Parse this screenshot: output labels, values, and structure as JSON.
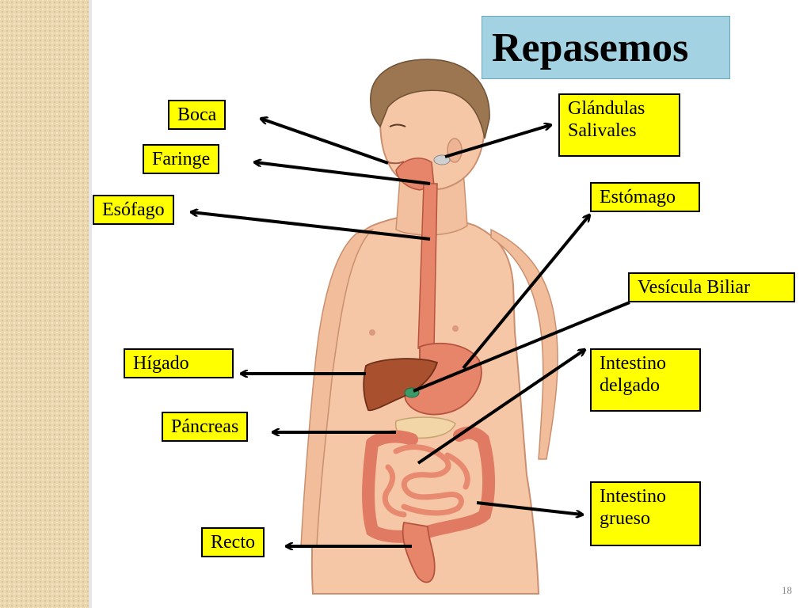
{
  "slide": {
    "title": "Repasemos",
    "page_number": "18"
  },
  "labels": {
    "boca": "Boca",
    "faringe": "Faringe",
    "esofago": "Esófago",
    "higado": "Hígado",
    "pancreas": "Páncreas",
    "recto": "Recto",
    "glandulas_line1": "Glándulas",
    "glandulas_line2": "Salivales",
    "estomago": "Estómago",
    "vesicula": "Vesícula Biliar",
    "intestino_delgado_line1": "Intestino",
    "intestino_delgado_line2": "delgado",
    "intestino_grueso_line1": "Intestino",
    "intestino_grueso_line2": "grueso"
  },
  "colors": {
    "label_fill": "#ffff00",
    "title_fill": "#a3d3e3",
    "skin": "#f6c7a6",
    "organ": "#e7856a",
    "liver": "#a9512f"
  }
}
